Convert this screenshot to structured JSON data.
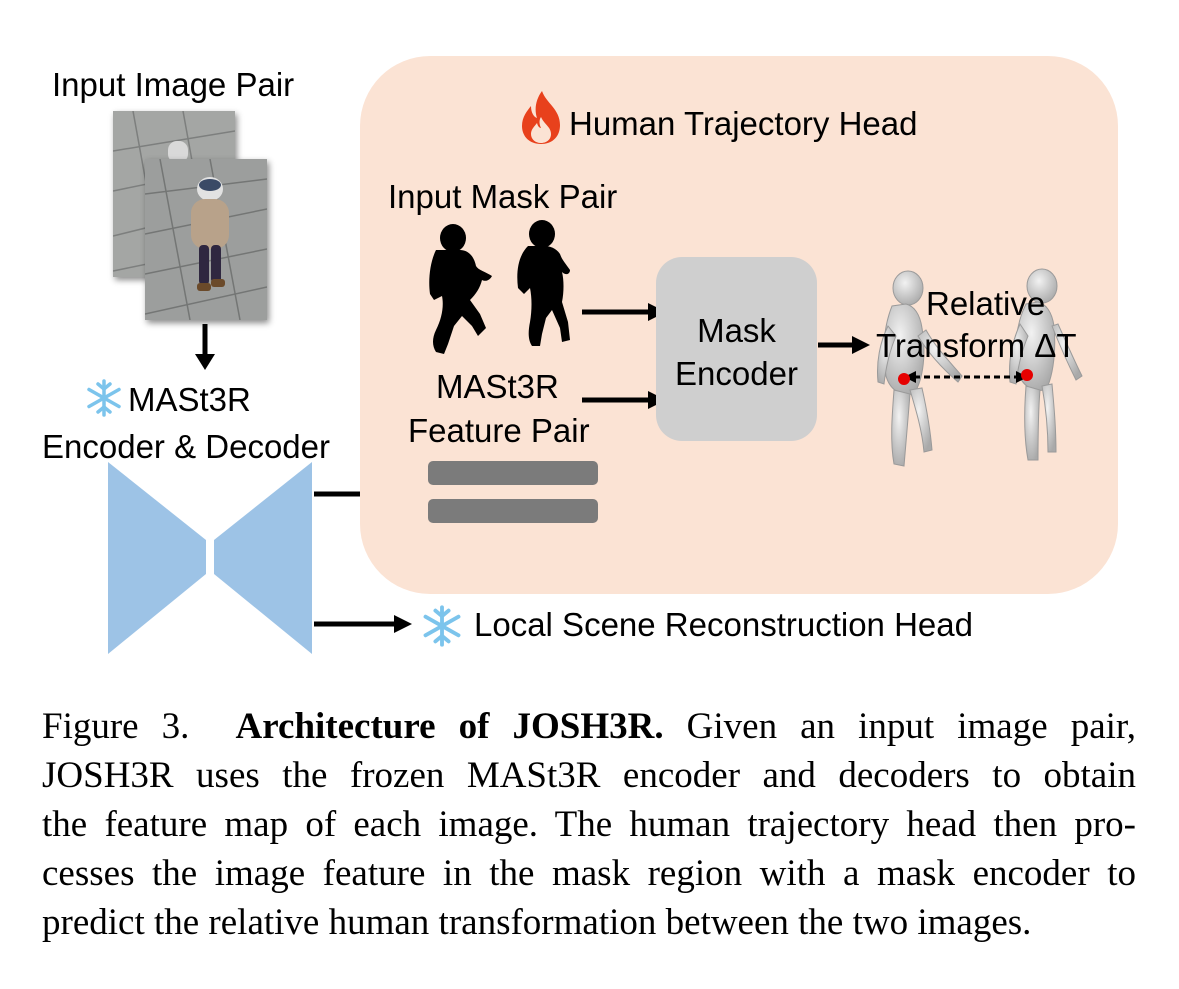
{
  "labels": {
    "input_image_pair": "Input Image Pair",
    "mast3r_line1": "MASt3R",
    "mast3r_line2": "Encoder & Decoder",
    "human_trajectory_head": "Human Trajectory Head",
    "input_mask_pair": "Input Mask Pair",
    "feature_pair_line1": "MASt3R",
    "feature_pair_line2": "Feature Pair",
    "mask_encoder_line1": "Mask",
    "mask_encoder_line2": "Encoder",
    "relative_line1": "Relative",
    "relative_line2": "Transform ΔT",
    "local_scene_head": "Local Scene Reconstruction Head"
  },
  "caption": {
    "prefix": "Figure 3.",
    "bold": "Architecture of JOSH3R.",
    "line1_rest": "Given an input image pair,",
    "line2": "JOSH3R uses the frozen MASt3R encoder and decoders to obtain",
    "line3": "the feature map of each image. The human trajectory head then pro-",
    "line4": "cesses the image feature in the mask region with a mask encoder to",
    "line5": "predict the relative human transformation between the two images."
  },
  "colors": {
    "panel": "#fbe3d4",
    "encoder": "#9dc3e6",
    "mask_box": "#cfcfcf",
    "feature_bar": "#7b7b7b",
    "fire": "#e8411c",
    "snowflake": "#7cc4ec",
    "point": "#e60000"
  },
  "icons": [
    "fire-icon",
    "snowflake-icon"
  ]
}
